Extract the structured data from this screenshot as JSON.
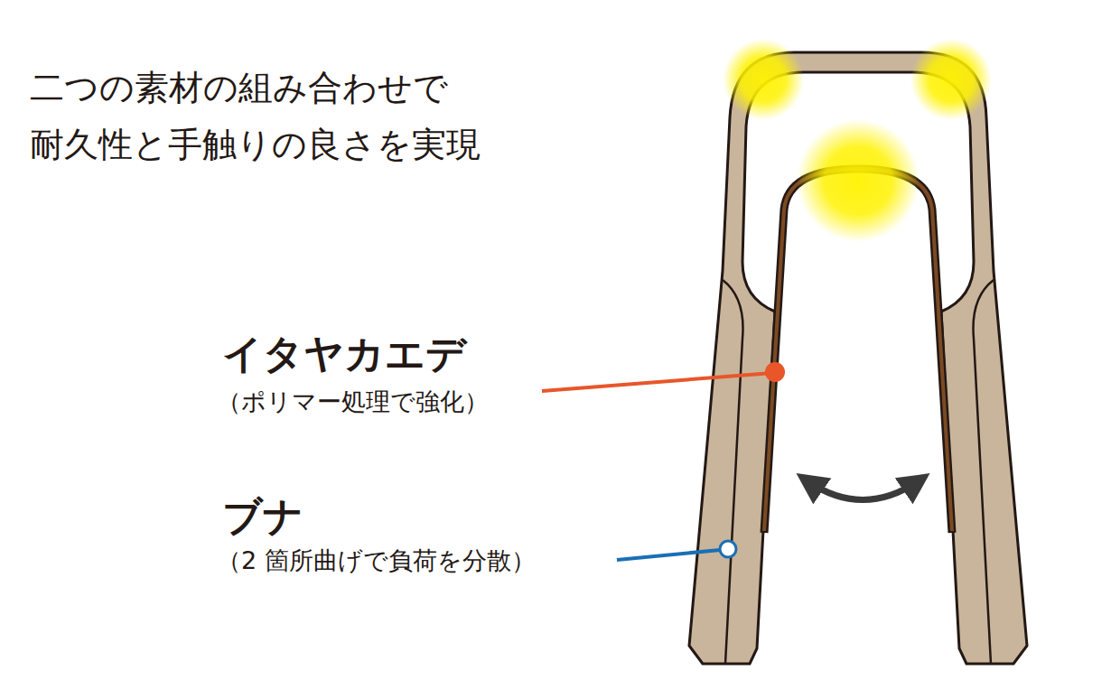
{
  "diagram": {
    "title": "二つの素材の組み合わせで 耐久性と手触りの良さを実現",
    "labels": [
      "イタヤカエデ",
      "（ポリマー処理で強化）",
      "ブナ",
      "（2 箇所曲げで負荷を分散）"
    ]
  }
}
